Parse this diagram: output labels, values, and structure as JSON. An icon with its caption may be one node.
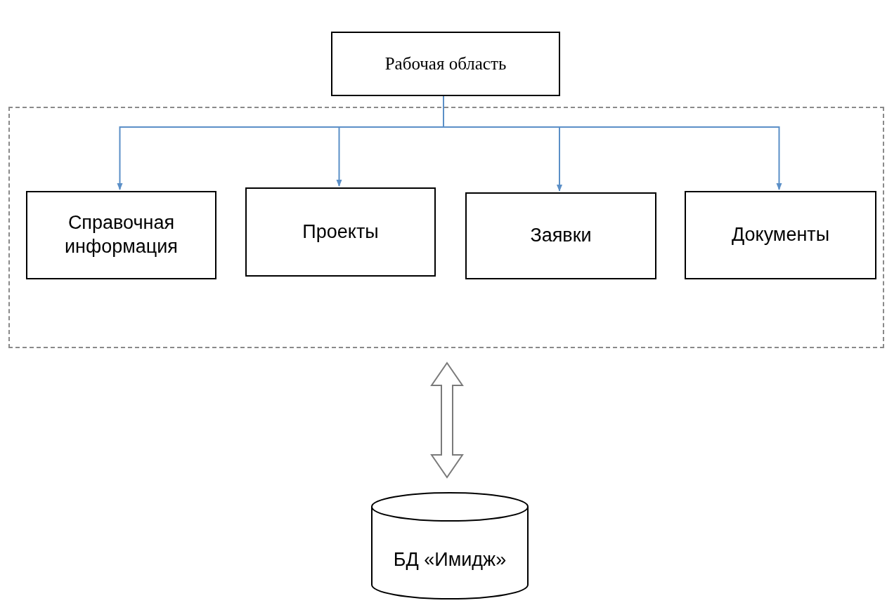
{
  "diagram": {
    "nodes": [
      {
        "text": [
          "Рабочая область"
        ]
      },
      {
        "text": [],
        "shape": "box"
      },
      {
        "text": [
          "Справочная информация"
        ],
        "in": 1
      },
      {
        "text": [
          "Проекты"
        ],
        "in": 1
      },
      {
        "text": [
          "Заявки"
        ],
        "in": 1
      },
      {
        "text": [
          "Документы"
        ],
        "in": 1
      },
      {
        "text": [
          "БД «Имидж»"
        ]
      }
    ],
    "edges": [
      {
        "from": 0,
        "to": 2,
        "arrow": "to",
        "color": "#5b8fc7"
      },
      {
        "from": 0,
        "to": 3,
        "arrow": "to",
        "color": "#5b8fc7"
      },
      {
        "from": 0,
        "to": 4,
        "arrow": "to",
        "color": "#5b8fc7"
      },
      {
        "from": 0,
        "to": 5,
        "arrow": "to",
        "color": "#5b8fc7"
      },
      {
        "from": 1,
        "to": 6,
        "arrow": "both",
        "style": "thick"
      }
    ]
  }
}
